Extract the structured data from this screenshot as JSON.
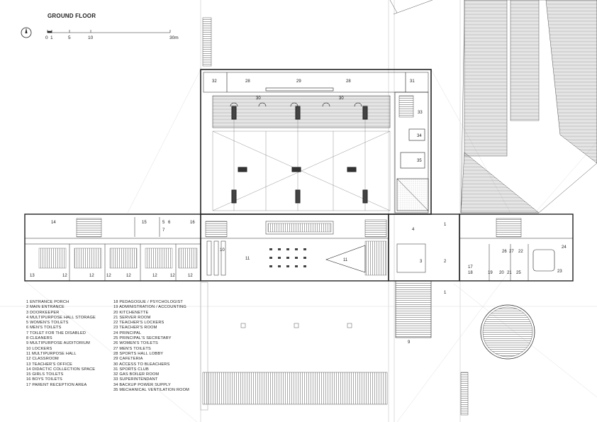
{
  "title": "GROUND FLOOR",
  "scale_labels": [
    "0",
    "1",
    "5",
    "10",
    "30m"
  ],
  "legend_left": [
    "1 ENTRANCE PORCH",
    "2 MAIN ENTRANCE",
    "3 DOORKEEPER",
    "4 MULTIPURPOSE HALL STORAGE",
    "5 WOMEN'S TOILETS",
    "6 MEN'S TOILETS",
    "7 TOILET FOR THE DISABLED",
    "8 CLEANERS",
    "9 MULTIPURPOSE AUDITORIUM",
    "10 LOCKERS",
    "11 MULTIPURPOSE HALL",
    "12 CLASSROOM",
    "13 TEACHER'S OFFICE",
    "14 DIDACTIC COLLECTION SPACE",
    "15 GIRLS TOILETS",
    "16 BOYS TOILETS",
    "17 PARENT RECEPTION AREA"
  ],
  "legend_right": [
    "18 PEDAGOGUE / PSYCHOLOGIST",
    "19 ADMINISTRATION / ACCOUNTING",
    "20 KITCHENETTE",
    "21 SERVER ROOM",
    "22 TEACHER'S LOCKERS",
    "23 TEACHER'S ROOM",
    "24 PRINCIPAL",
    "25 PRINCIPAL'S SECRETARY",
    "26 WOMEN'S TOILETS",
    "27 MEN'S TOILETS",
    "28 SPORTS HALL LOBBY",
    "29 CAFETERIA",
    "30 ACCESS TO BLEACHERS",
    "31 SPORTS CLUB",
    "32 GAS BOILER ROOM",
    "33 SUPERINTENDANT",
    "34 BACKUP POWER SUPPLY",
    "35 MECHANICAL VENTILATION ROOM"
  ],
  "room_labels": {
    "r32": "32",
    "r28a": "28",
    "r29": "29",
    "r28b": "28",
    "r31": "31",
    "r30a": "30",
    "r30b": "30",
    "r33": "33",
    "r34": "34",
    "r35": "35",
    "r14": "14",
    "r15": "15",
    "r5": "5",
    "r6": "6",
    "r7": "7",
    "r16": "16",
    "r4": "4",
    "r1a": "1",
    "r10": "10",
    "r11a": "11",
    "r11b": "11",
    "r2": "2",
    "r3": "3",
    "r1b": "1",
    "r9": "9",
    "r13a": "13",
    "r12a": "12",
    "r12b": "12",
    "r12c": "12",
    "r12d": "12",
    "r12e": "12",
    "r12f": "12",
    "r12g": "12",
    "r17": "17",
    "r18": "18",
    "r19": "19",
    "r20": "20",
    "r21": "21",
    "r22": "22",
    "r23": "23",
    "r24": "24",
    "r25": "25",
    "r26": "26",
    "r27": "27"
  }
}
